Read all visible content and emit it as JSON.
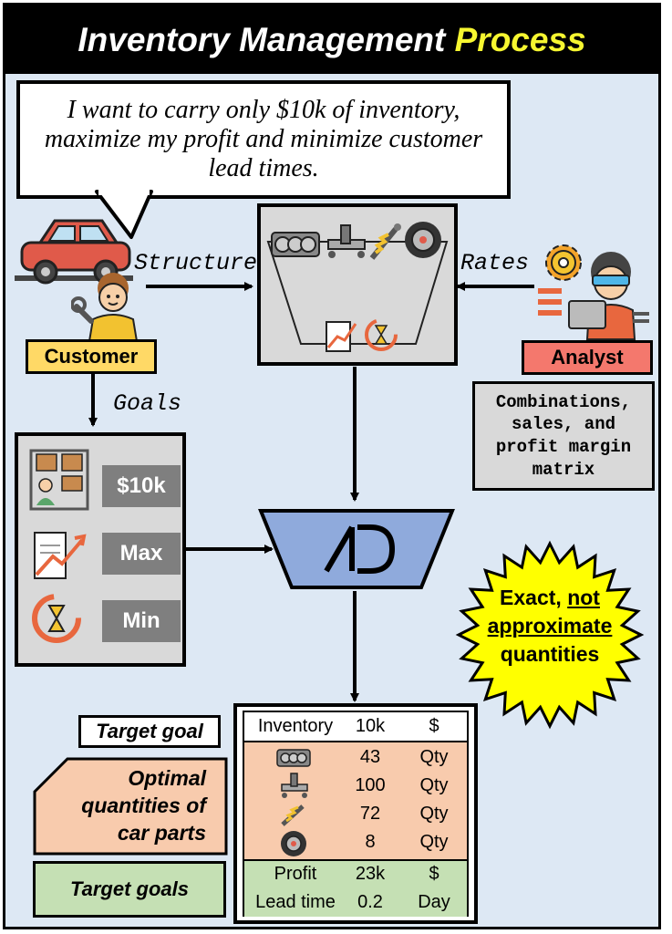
{
  "header": {
    "title_main": "Inventory Management",
    "title_highlight": "Process",
    "highlight_color": "#f6f630"
  },
  "speech": {
    "text": "I want to carry only $10k of inventory, maximize my profit and minimize customer lead times."
  },
  "flow": {
    "structure_label": "Structure",
    "rates_label": "Rates",
    "goals_label": "Goals"
  },
  "roles": {
    "customer": "Customer",
    "analyst": "Analyst",
    "customer_color": "#ffd966",
    "analyst_color": "#f4786d"
  },
  "matrix_note": {
    "text": "Combinations, sales, and profit margin matrix"
  },
  "goals": {
    "inventory": "$10k",
    "profit": "Max",
    "lead_time": "Min"
  },
  "star": {
    "line1": "Exact,",
    "line1_underlined": "not",
    "line2": "approximate",
    "line3": "quantities",
    "color": "#ffff00"
  },
  "legend": {
    "target_goal": "Target goal",
    "optimal": "Optimal quantities of car parts",
    "target_goals": "Target goals",
    "optimal_color": "#f8cbad",
    "goals_color": "#c5e0b4"
  },
  "result": {
    "header": {
      "label": "Inventory",
      "value": "10k",
      "unit": "$"
    },
    "parts": [
      {
        "value": "43",
        "unit": "Qty"
      },
      {
        "value": "100",
        "unit": "Qty"
      },
      {
        "value": "72",
        "unit": "Qty"
      },
      {
        "value": "8",
        "unit": "Qty"
      }
    ],
    "outcomes": [
      {
        "label": "Profit",
        "value": "23k",
        "unit": "$"
      },
      {
        "label": "Lead time",
        "value": "0.2",
        "unit": "Day"
      }
    ]
  },
  "icons": [
    "car-icon",
    "mechanic-icon",
    "engine-icon",
    "shock-absorber-icon",
    "tire-icon",
    "gear-icon",
    "analyst-icon",
    "warehouse-icon",
    "price-chart-icon",
    "hourglass-icon",
    "logo-icon"
  ]
}
